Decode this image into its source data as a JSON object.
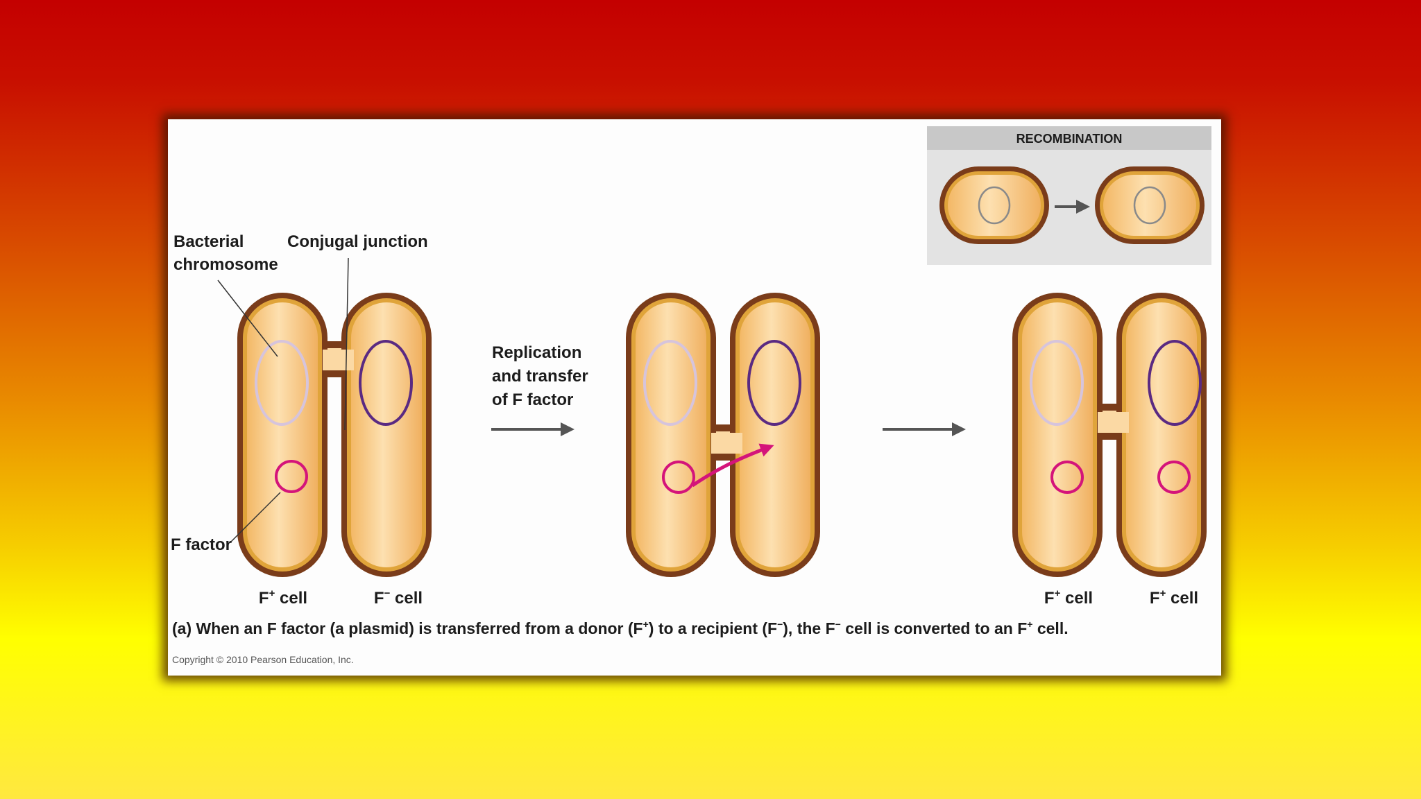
{
  "labels": {
    "bacterial_chromosome_line1": "Bacterial",
    "bacterial_chromosome_line2": "chromosome",
    "conjugal_junction": "Conjugal junction",
    "f_factor": "F factor",
    "replication_line1": "Replication",
    "replication_line2": "and transfer",
    "replication_line3": "of F factor",
    "recombination": "RECOMBINATION"
  },
  "cell_labels": {
    "donor": {
      "prefix": "F",
      "sup": "+",
      "suffix": " cell"
    },
    "recipient": {
      "prefix": "F",
      "sup": "−",
      "suffix": " cell"
    },
    "result_left": {
      "prefix": "F",
      "sup": "+",
      "suffix": " cell"
    },
    "result_right": {
      "prefix": "F",
      "sup": "+",
      "suffix": " cell"
    }
  },
  "caption": {
    "tag": "(a)",
    "part1": " When an F factor (a plasmid) is transferred from a donor (F",
    "sup1": "+",
    "part2": ") to a recipient (F",
    "sup2": "−",
    "part3": "), the F",
    "sup3": "−",
    "part4": " cell is converted to an F",
    "sup4": "+",
    "part5": " cell."
  },
  "copyright": "Copyright © 2010 Pearson Education, Inc.",
  "colors": {
    "cell_outline": "#7a3c1a",
    "cell_rim": "#e0a43a",
    "cell_fill": "#f7cc8a",
    "chromosome_faded": "#d6c4dc",
    "chromosome": "#5a2a82",
    "plasmid": "#d4147a",
    "arrow": "#555555",
    "recombination_box": "#e3e3e3"
  }
}
